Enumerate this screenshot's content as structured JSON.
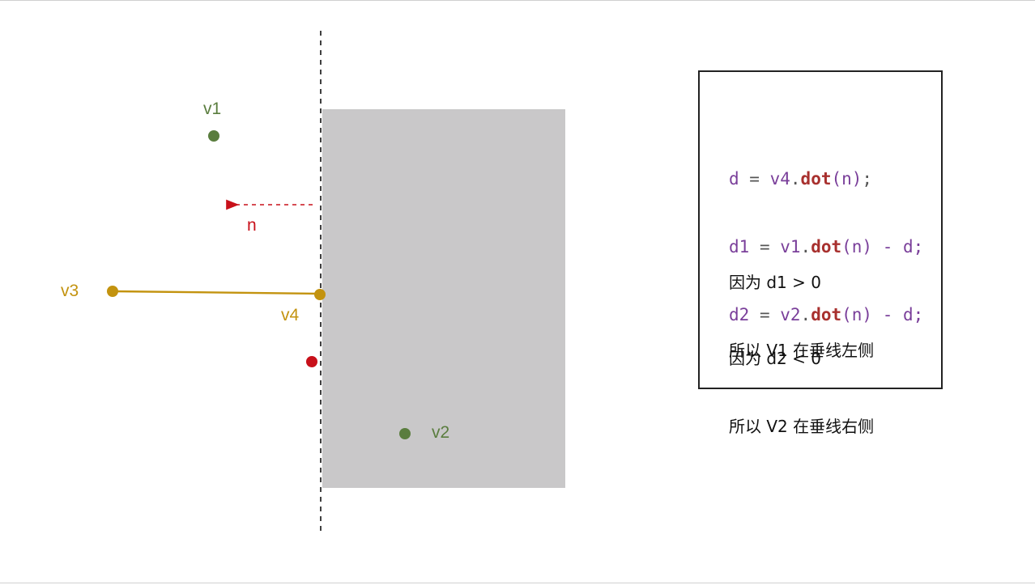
{
  "labels": {
    "v1": "v1",
    "v2": "v2",
    "v3": "v3",
    "v4": "v4",
    "n": "n"
  },
  "code": {
    "line1": {
      "var": "d",
      "eq": " = ",
      "obj": "v4",
      "dot": ".",
      "fn": "dot",
      "args": "(n)",
      "tail": ";"
    },
    "line2": {
      "var": "d1",
      "eq": " = ",
      "obj": "v1",
      "dot": ".",
      "fn": "dot",
      "args": "(n)",
      "tail": " - d;"
    },
    "line3": {
      "var": "d2",
      "eq": " = ",
      "obj": "v2",
      "dot": ".",
      "fn": "dot",
      "args": "(n)",
      "tail": " - d;"
    }
  },
  "notes": {
    "a1": "因为 d1 > 0",
    "a2": "所以 V1 在垂线左侧",
    "b1": "因为 d2 < 0",
    "b2": "所以 V2 在垂线右侧"
  },
  "colors": {
    "green": "#5a7d3e",
    "gold": "#c3930f",
    "red": "#c8101a",
    "gray_rect": "#c9c8c9",
    "code_purple": "#7a3f9a",
    "code_fn": "#a8302e"
  }
}
